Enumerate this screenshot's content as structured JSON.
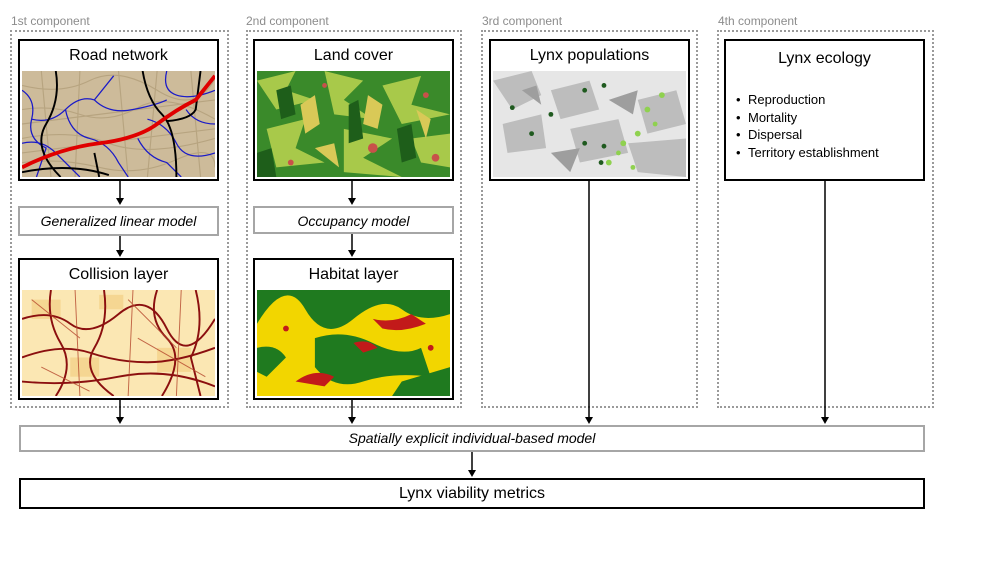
{
  "components": [
    {
      "label": "1st component",
      "input_title": "Road network",
      "model": "Generalized linear model",
      "output_title": "Collision layer"
    },
    {
      "label": "2nd component",
      "input_title": "Land cover",
      "model": "Occupancy model",
      "output_title": "Habitat layer"
    },
    {
      "label": "3rd component",
      "input_title": "Lynx populations"
    },
    {
      "label": "4th component",
      "input_title": "Lynx ecology",
      "items": [
        "Reproduction",
        "Mortality",
        "Dispersal",
        "Territory establishment"
      ]
    }
  ],
  "integration_model": "Spatially explicit individual-based model",
  "output": "Lynx viability metrics",
  "colors": {
    "frame": "#9a9a9a",
    "label": "#8c8c8c",
    "model_border": "#a6a6a6",
    "road_primary": "#e00000",
    "road_secondary": "#1010c0",
    "forest": "#1f7a1f",
    "habitat_yellow": "#f2d600",
    "habitat_red": "#c21a1a",
    "collision_bg": "#fbe7b3",
    "collision_road": "#8b0f0f",
    "lynx_dark": "#1f5a1f",
    "lynx_light": "#8fd14f"
  }
}
